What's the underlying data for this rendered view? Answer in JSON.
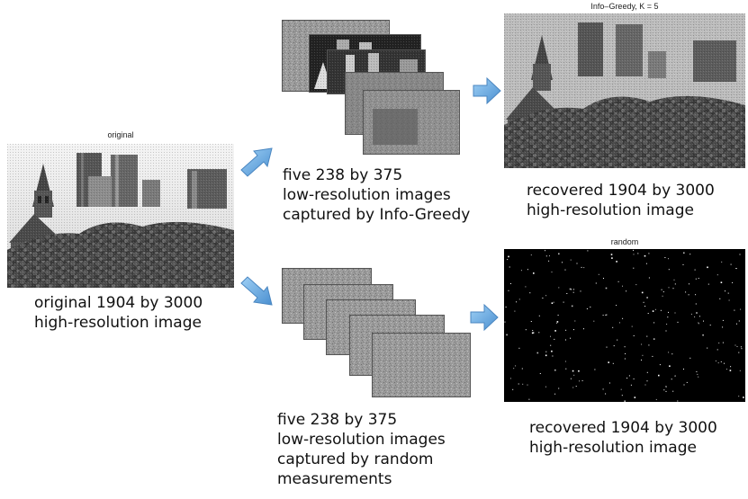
{
  "original": {
    "title": "original",
    "caption": [
      "original 1904 by 3000",
      "high-resolution image"
    ]
  },
  "infogreedy": {
    "stack_caption": [
      "five 238 by 375",
      "low-resolution images",
      "captured by Info-Greedy"
    ],
    "result_title": "Info–Greedy, K = 5",
    "result_caption": [
      "recovered 1904 by 3000",
      "high-resolution image"
    ]
  },
  "random": {
    "stack_caption": [
      "five 238 by 375",
      "low-resolution images",
      "captured by random",
      "measurements"
    ],
    "result_title": "random",
    "result_caption": [
      "recovered 1904 by 3000",
      "high-resolution image"
    ]
  },
  "colors": {
    "arrow_fill": "#5b9bd5",
    "arrow_light": "#8cc0ee"
  },
  "icons": [
    "arrow-diagonal-up",
    "arrow-diagonal-down",
    "arrow-right"
  ]
}
